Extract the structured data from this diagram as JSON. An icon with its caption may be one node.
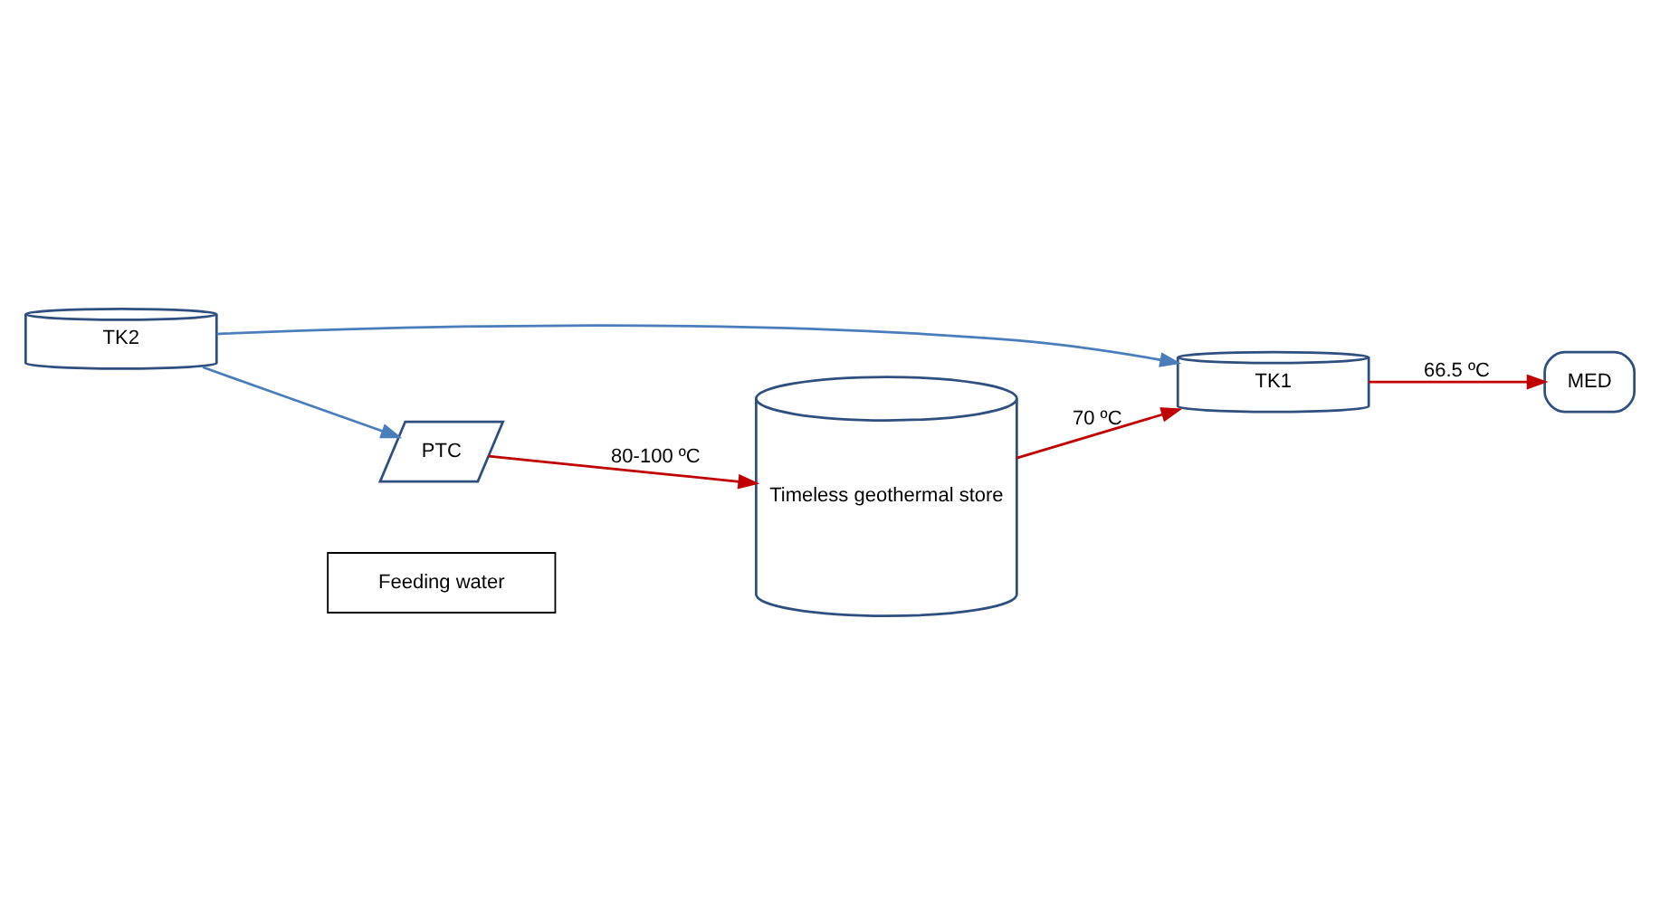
{
  "diagram": {
    "nodes": [
      {
        "text": [
          "Feeding water"
        ]
      },
      {
        "text": [
          "TK2"
        ]
      },
      {
        "text": [
          "TK1"
        ]
      },
      {
        "text": [
          "PTC"
        ]
      },
      {
        "text": [
          "MED"
        ]
      },
      {
        "text": [
          "Timeless geothermal store"
        ]
      }
    ],
    "edges": [
      {
        "from": 1,
        "to": 3,
        "arrow": "to",
        "color": "#4a7ebb"
      },
      {
        "from": 1,
        "to": 2,
        "arrow": "to",
        "color": "#4a7ebb"
      },
      {
        "from": 2,
        "to": 4,
        "arrow": "to",
        "label": "66.5 ºC"
      },
      {
        "from": 5,
        "to": 2,
        "arrow": "to",
        "label": "70 ºC"
      },
      {
        "from": 3,
        "to": 5,
        "arrow": "to",
        "label": "80-100 ºC"
      }
    ]
  }
}
